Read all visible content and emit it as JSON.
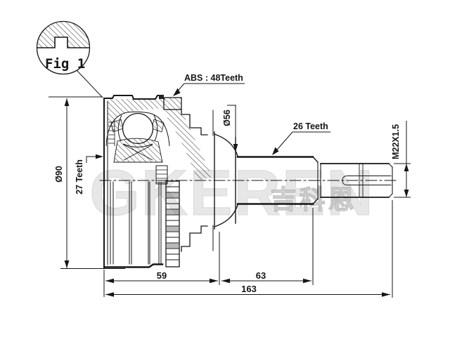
{
  "figure": {
    "label": "Fig 1"
  },
  "callouts": {
    "abs_ring": "ABS : 48Teeth",
    "shaft_spline_teeth": "26 Teeth",
    "hub_spline_teeth": "27 Teeth",
    "thread_spec": "M22X1.5",
    "outer_diameter": "Ø90",
    "joint_diameter": "Ø56"
  },
  "dimensions_mm": {
    "joint_body_length": "59",
    "shaft_section_length": "63",
    "overall_length": "163"
  },
  "watermark": {
    "brand": "GKEREN",
    "brand_cjk": "吉科恩"
  },
  "colors": {
    "line": "#161616",
    "background": "#ffffff",
    "watermark_gray": "#d7d7d7"
  }
}
